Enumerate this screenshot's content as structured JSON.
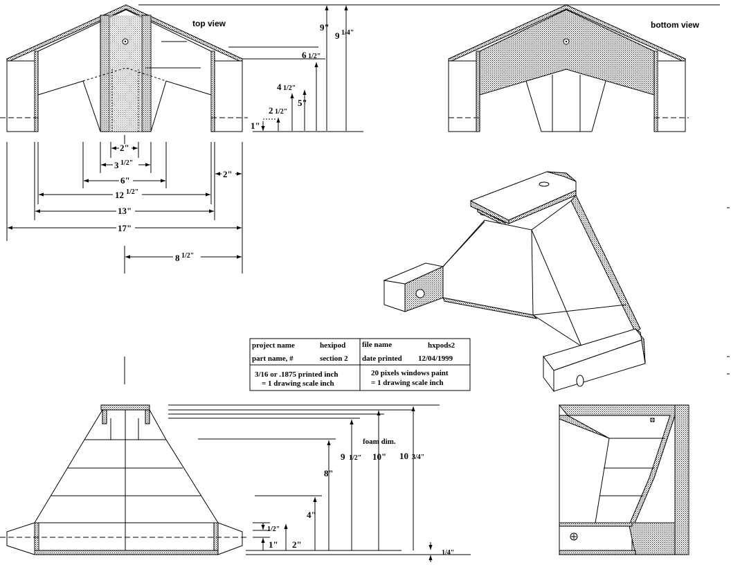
{
  "views": {
    "top_label": "top view",
    "bottom_label": "bottom view"
  },
  "dims": {
    "d_2a": "2\"",
    "d_3h": "3",
    "d_3h_frac": "1/2\"",
    "d_6": "6\"",
    "d_12h": "12",
    "d_12h_frac": "1/2\"",
    "d_13": "13\"",
    "d_17": "17\"",
    "d_2side": "2\"",
    "d_8h": "8",
    "d_8h_frac": "1/2\"",
    "h_9": "9\"",
    "h_914": "9",
    "h_914_frac": "1/4\"",
    "h_612": "6",
    "h_612_frac": "1/2\"",
    "h_412": "4",
    "h_412_frac": "1/2\"",
    "h_5": "5\"",
    "h_212": "2",
    "h_212_frac": "1/2\"",
    "h_1": "1\"",
    "f_foam": "foam dim.",
    "f_912": "9",
    "f_912_frac": "1/2\"",
    "f_10": "10\"",
    "f_1034": "10",
    "f_1034_frac": "3/4\"",
    "f_8": "8\"",
    "f_4": "4\"",
    "f_half": "1/2\"",
    "f_1": "1\"",
    "f_2": "2\"",
    "f_quarter": "1/4\""
  },
  "title_block": {
    "project_name_label": "project name",
    "project_name_value": "hexipod",
    "file_name_label": "file name",
    "file_name_value": "hxpods2",
    "part_name_label": "part name, #",
    "part_name_value": "section  2",
    "date_printed_label": "date printed",
    "date_printed_value": "12/04/1999",
    "scale_left_1": "3/16 or .1875 printed inch",
    "scale_left_2": "= 1 drawing scale inch",
    "scale_right_1": "20 pixels windows paint",
    "scale_right_2": "= 1 drawing scale inch"
  }
}
